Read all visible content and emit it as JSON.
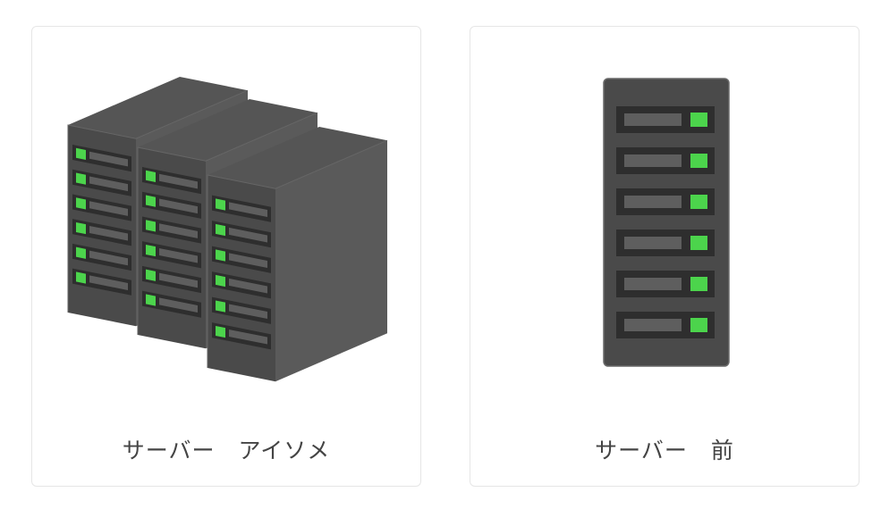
{
  "cards": [
    {
      "label": "サーバー　アイソメ",
      "icon": "server-rack-isometric-icon"
    },
    {
      "label": "サーバー　前",
      "icon": "server-rack-front-icon"
    }
  ],
  "colors": {
    "server_front": "#4a4a4a",
    "server_side": "#5a5a5a",
    "server_top": "#555555",
    "slot": "#2e2e2e",
    "slot_bar": "#5e5e5e",
    "led": "#4cd44c",
    "label": "#444444"
  },
  "led_rows": 6
}
